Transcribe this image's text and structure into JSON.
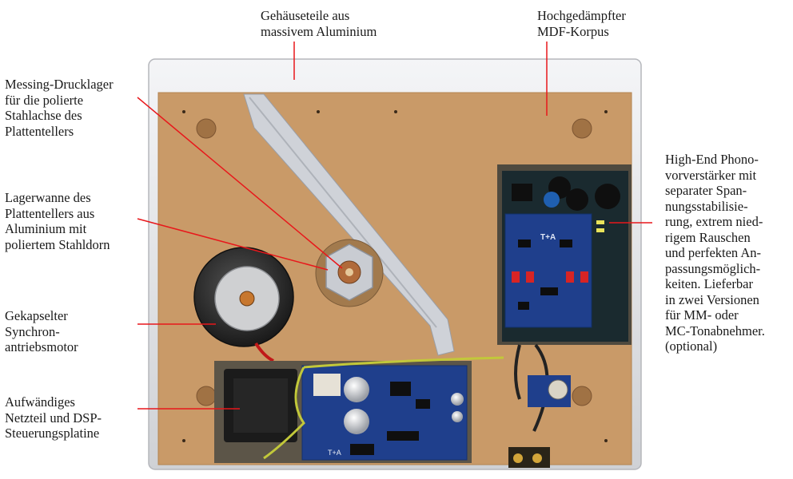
{
  "labels": {
    "top_aluminium": [
      "Gehäuseteile aus",
      "massivem Aluminium"
    ],
    "top_mdf": [
      "Hochgedämpfter",
      "MDF-Korpus"
    ],
    "bearing": [
      "Messing-Drucklager",
      "für die polierte",
      "Stahlachse des",
      "Plattentellers"
    ],
    "platter_well": [
      "Lagerwanne des",
      "Plattentellers aus",
      "Aluminium mit",
      "poliertem Stahldorn"
    ],
    "motor": [
      "Gekapselter",
      "Synchron-",
      "antriebsmotor"
    ],
    "power_supply": [
      "Aufwändiges",
      "Netzteil und DSP-",
      "Steuerungsplatine"
    ],
    "phono": [
      "High-End Phono-",
      "vorverstärker mit",
      "separater Span-",
      "nungsstabilisie-",
      "rung, extrem nied-",
      "rigem Rauschen",
      "und perfekten An-",
      "passungsmöglich-",
      "keiten. Lieferbar",
      "in zwei Versionen",
      "für MM- oder",
      "MC-Tonabnehmer.",
      "(optional)"
    ]
  },
  "board_marks": {
    "phono_logo": "T+A",
    "psu_logo": "T+A"
  },
  "colors": {
    "leader_line": "#e8171b",
    "mdf": "#c99a68",
    "aluminium": "#dcdde0",
    "pcb": "#1f3f8c"
  }
}
